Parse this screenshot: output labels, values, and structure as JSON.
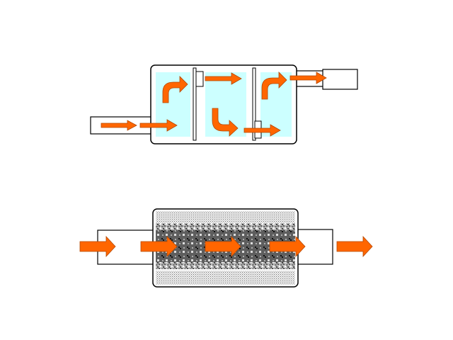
{
  "colors": {
    "arrow": "#ff6600",
    "arrow_stroke": "#b34700",
    "chamber_fill": "#ccffff",
    "outline": "#000000",
    "absorber_dark": "#666666",
    "absorber_light": "#d8d8d8"
  },
  "diagrams": [
    {
      "name": "reactive-muffler",
      "chambers": 3,
      "baffles": 2
    },
    {
      "name": "absorptive-muffler",
      "layers": 5
    }
  ]
}
